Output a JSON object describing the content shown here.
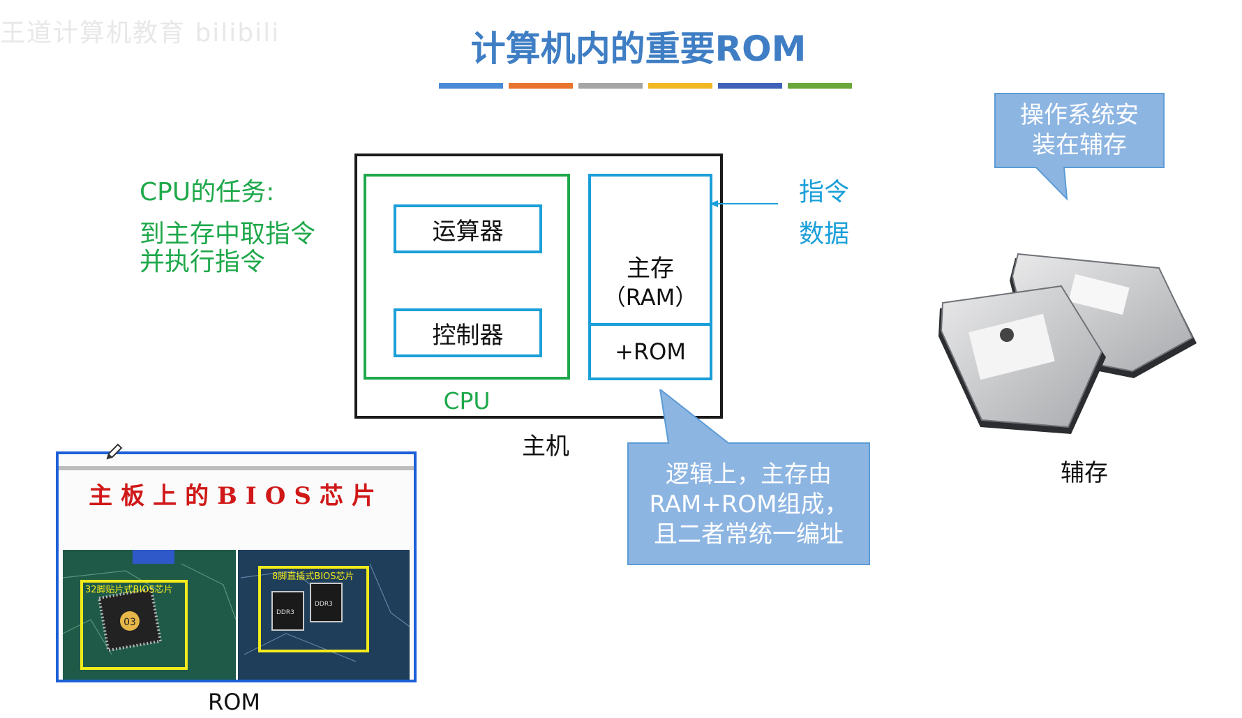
{
  "watermark": "王道计算机教育 bilibili",
  "title": "计算机内的重要ROM",
  "color_bars": [
    "#4a8bd6",
    "#e8742d",
    "#a5a5a5",
    "#f2b824",
    "#3f62b8",
    "#6aa83c"
  ],
  "cpu_task": {
    "heading": "CPU的任务:",
    "line1": "到主存中取指令",
    "line2": "并执行指令"
  },
  "diagram": {
    "alu": "运算器",
    "control_unit": "控制器",
    "cpu_label": "CPU",
    "main_memory": "主存",
    "ram": "（RAM）",
    "rom": "+ROM",
    "host_label": "主机",
    "instruction": "指令",
    "data": "数据"
  },
  "callouts": {
    "os_install": [
      "操作系统安",
      "装在辅存"
    ],
    "logical": [
      "逻辑上，主存由",
      "RAM+ROM组成，",
      "且二者常统一编址"
    ]
  },
  "secondary_storage": {
    "label": "辅存"
  },
  "bios_photo": {
    "title": "主板上的BIOS芯片",
    "chip1": "32脚贴片式BIOS芯片",
    "chip2": "8脚直插式BIOS芯片",
    "chip_mark": "03",
    "socket_label": "DDR3",
    "caption": "ROM"
  },
  "colors": {
    "title_blue": "#3f7ec4",
    "green": "#1ea84a",
    "cyan": "#1a9fd9",
    "callout_fill": "#8db5e2",
    "bios_red": "#d01818"
  }
}
